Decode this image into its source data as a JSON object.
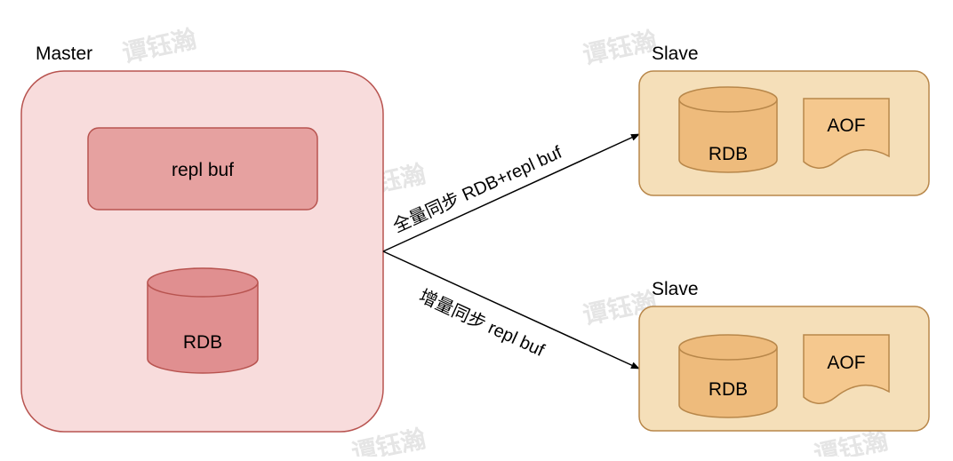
{
  "master": {
    "title": "Master",
    "buffer_label": "repl buf",
    "rdb_label": "RDB"
  },
  "slaves": [
    {
      "title": "Slave",
      "rdb_label": "RDB",
      "aof_label": "AOF"
    },
    {
      "title": "Slave",
      "rdb_label": "RDB",
      "aof_label": "AOF"
    }
  ],
  "edges": {
    "full_sync_label": "全量同步 RDB+repl buf",
    "incremental_sync_label": "增量同步 repl buf"
  },
  "watermark": {
    "text": "谭钰瀚"
  },
  "colors": {
    "master_fill": "#f8dcdc",
    "master_stroke": "#b85450",
    "buffer_fill": "#e6a1a0",
    "rdb_master_fill": "#e08f90",
    "slave_fill": "#f5dfb9",
    "slave_stroke": "#b8874a",
    "rdb_slave_fill": "#eebb7c",
    "aof_fill": "#f5c88e",
    "arrow": "#000000",
    "watermark": "#e2e2e2"
  }
}
